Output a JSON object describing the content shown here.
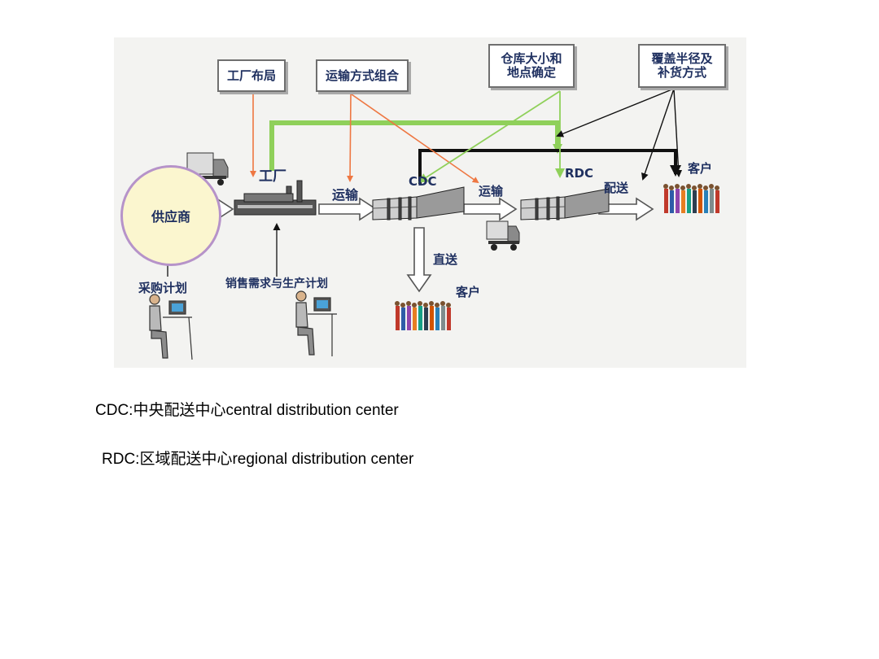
{
  "diagram": {
    "boxes": {
      "factory_layout": "工厂布局",
      "transport_mode": "运输方式组合",
      "warehouse_size": "仓库大小和\n地点确定",
      "coverage": "覆盖半径及\n补货方式"
    },
    "labels": {
      "supplier": "供应商",
      "factory": "工厂",
      "transport1": "运输",
      "cdc": "CDC",
      "transport2": "运输",
      "rdc": "RDC",
      "delivery": "配送",
      "customer_top": "客户",
      "direct": "直送",
      "customer_bottom": "客户",
      "procurement": "采购计划",
      "sales_plan": "销售需求与生产计划"
    }
  },
  "legend": {
    "cdc_line": "CDC:中央配送中心central distribution center",
    "rdc_line": "RDC:区域配送中心regional distribution center"
  },
  "colors": {
    "orange_arrow": "#ee7742",
    "green_arrow": "#8fd05a",
    "black_arrow": "#111111",
    "supplier_fill": "#fbf6cf",
    "supplier_border": "#b693c9"
  }
}
